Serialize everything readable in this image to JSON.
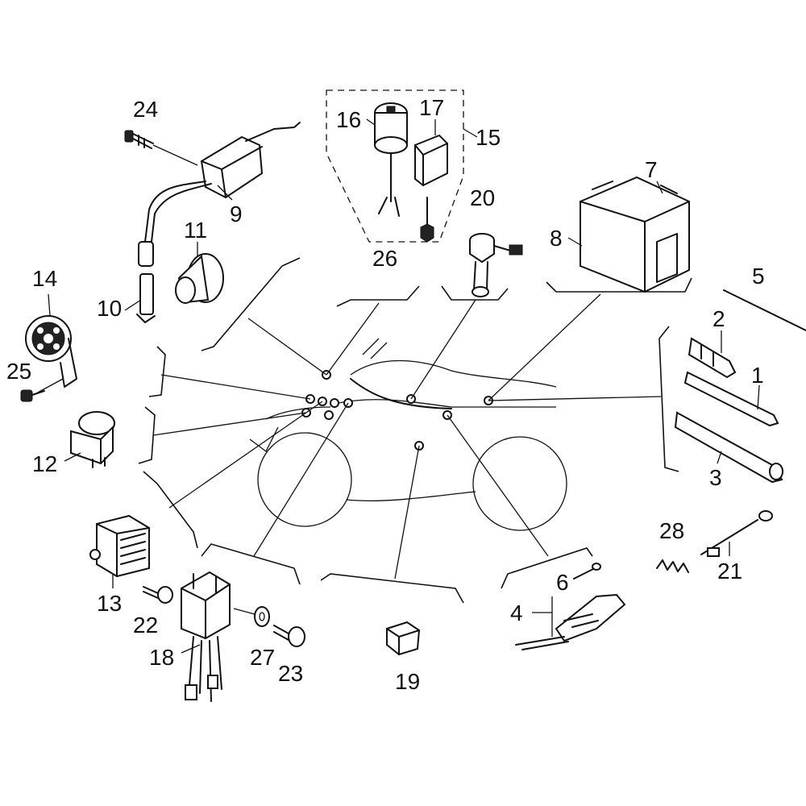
{
  "diagram": {
    "callouts": [
      {
        "id": "1",
        "text": "1"
      },
      {
        "id": "2",
        "text": "2"
      },
      {
        "id": "3",
        "text": "3"
      },
      {
        "id": "4",
        "text": "4"
      },
      {
        "id": "5",
        "text": "5"
      },
      {
        "id": "6",
        "text": "6"
      },
      {
        "id": "7",
        "text": "7"
      },
      {
        "id": "8",
        "text": "8"
      },
      {
        "id": "9",
        "text": "9"
      },
      {
        "id": "10",
        "text": "10"
      },
      {
        "id": "11",
        "text": "11"
      },
      {
        "id": "12",
        "text": "12"
      },
      {
        "id": "13",
        "text": "13"
      },
      {
        "id": "14",
        "text": "14"
      },
      {
        "id": "15",
        "text": "15"
      },
      {
        "id": "16",
        "text": "16"
      },
      {
        "id": "17",
        "text": "17"
      },
      {
        "id": "18",
        "text": "18"
      },
      {
        "id": "19",
        "text": "19"
      },
      {
        "id": "20",
        "text": "20"
      },
      {
        "id": "21",
        "text": "21"
      },
      {
        "id": "22",
        "text": "22"
      },
      {
        "id": "23",
        "text": "23"
      },
      {
        "id": "24",
        "text": "24"
      },
      {
        "id": "25",
        "text": "25"
      },
      {
        "id": "26",
        "text": "26"
      },
      {
        "id": "27",
        "text": "27"
      },
      {
        "id": "28",
        "text": "28"
      }
    ]
  }
}
